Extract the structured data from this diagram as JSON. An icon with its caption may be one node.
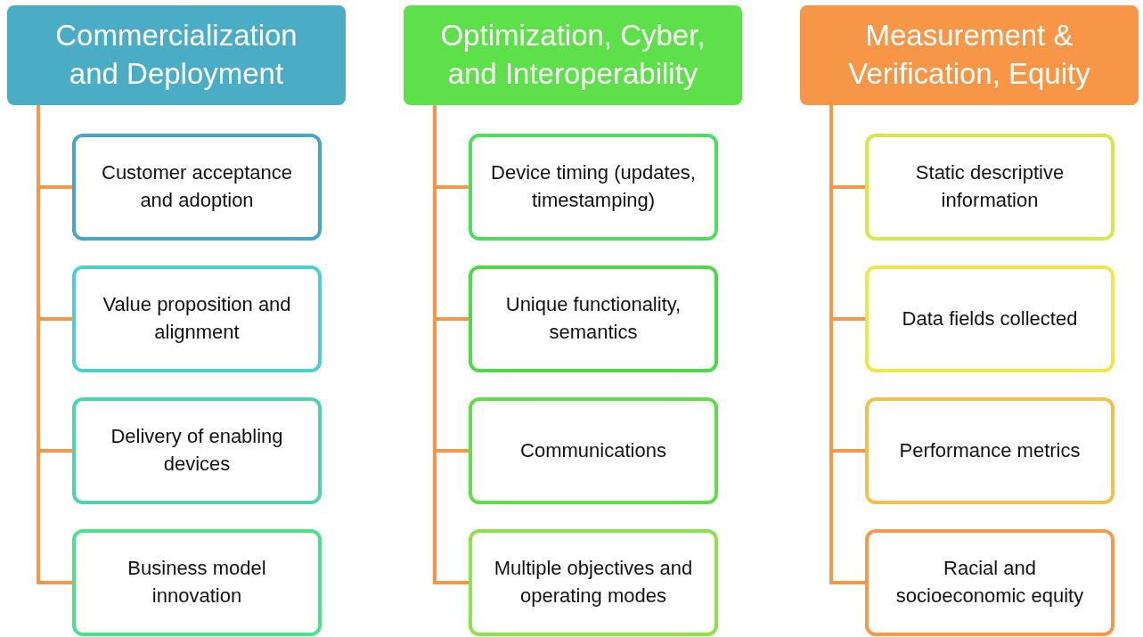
{
  "diagram": {
    "nodes": [
      {
        "text": [
          "Commercialization and Deployment"
        ]
      },
      {
        "text": [
          "Customer acceptance and adoption"
        ]
      },
      {
        "text": [
          "Value proposition and alignment"
        ]
      },
      {
        "text": [
          "Delivery of enabling devices"
        ]
      },
      {
        "text": [
          "Business model innovation"
        ]
      },
      {
        "text": [
          "Optimization, Cyber, and Interoperability"
        ]
      },
      {
        "text": [
          "Device timing (updates, timestamping)"
        ]
      },
      {
        "text": [
          "Unique functionality, semantics"
        ]
      },
      {
        "text": [
          "Communications"
        ]
      },
      {
        "text": [
          "Multiple objectives and operating modes"
        ]
      },
      {
        "text": [
          "Measurement & Verification, Equity"
        ]
      },
      {
        "text": [
          "Static descriptive information"
        ]
      },
      {
        "text": [
          "Data fields collected"
        ]
      },
      {
        "text": [
          "Performance metrics"
        ]
      },
      {
        "text": [
          "Racial and socioeconomic equity"
        ]
      }
    ],
    "edges": [
      {
        "from": 0,
        "to": 1,
        "arrow": "none"
      },
      {
        "from": 0,
        "to": 2,
        "arrow": "none"
      },
      {
        "from": 0,
        "to": 3,
        "arrow": "none"
      },
      {
        "from": 0,
        "to": 4,
        "arrow": "none"
      },
      {
        "from": 5,
        "to": 6,
        "arrow": "none"
      },
      {
        "from": 5,
        "to": 7,
        "arrow": "none"
      },
      {
        "from": 5,
        "to": 8,
        "arrow": "none"
      },
      {
        "from": 5,
        "to": 9,
        "arrow": "none"
      },
      {
        "from": 10,
        "to": 11,
        "arrow": "none"
      },
      {
        "from": 10,
        "to": 12,
        "arrow": "none"
      },
      {
        "from": 10,
        "to": 13,
        "arrow": "none"
      },
      {
        "from": 10,
        "to": 14,
        "arrow": "none"
      }
    ]
  }
}
